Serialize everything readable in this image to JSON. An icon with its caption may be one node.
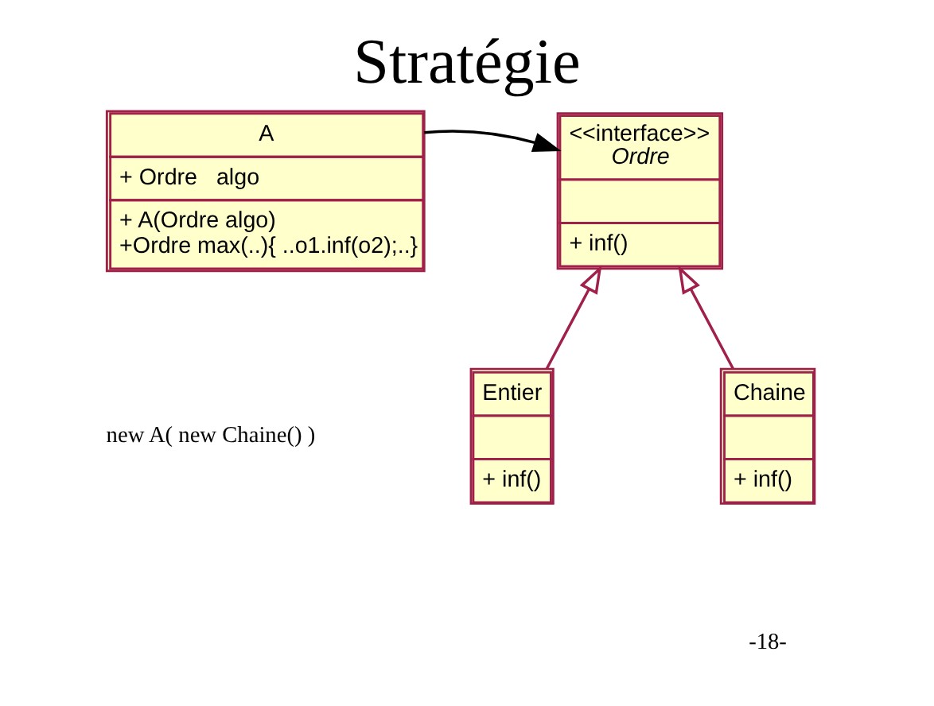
{
  "diagram": {
    "title": "Stratégie",
    "nodes": [
      {
        "text": [
          "A",
          "+ Ordre   algo",
          "+ A(Ordre algo)",
          "+Ordre max(..){ ..o1.inf(o2);..}"
        ]
      },
      {
        "text": [
          "<<interface>>",
          "Ordre",
          "+ inf()"
        ]
      },
      {
        "text": [
          "Entier",
          "+ inf()"
        ]
      },
      {
        "text": [
          "Chaine",
          "+ inf()"
        ]
      }
    ],
    "edges": [
      {
        "from": 0,
        "to": 1,
        "arrow": "to",
        "color": "#000000"
      },
      {
        "from": 2,
        "to": 1,
        "arrow": "to"
      },
      {
        "from": 3,
        "to": 1,
        "arrow": "to"
      }
    ],
    "labels": [
      "new A( new Chaine() )",
      "-18-"
    ]
  }
}
